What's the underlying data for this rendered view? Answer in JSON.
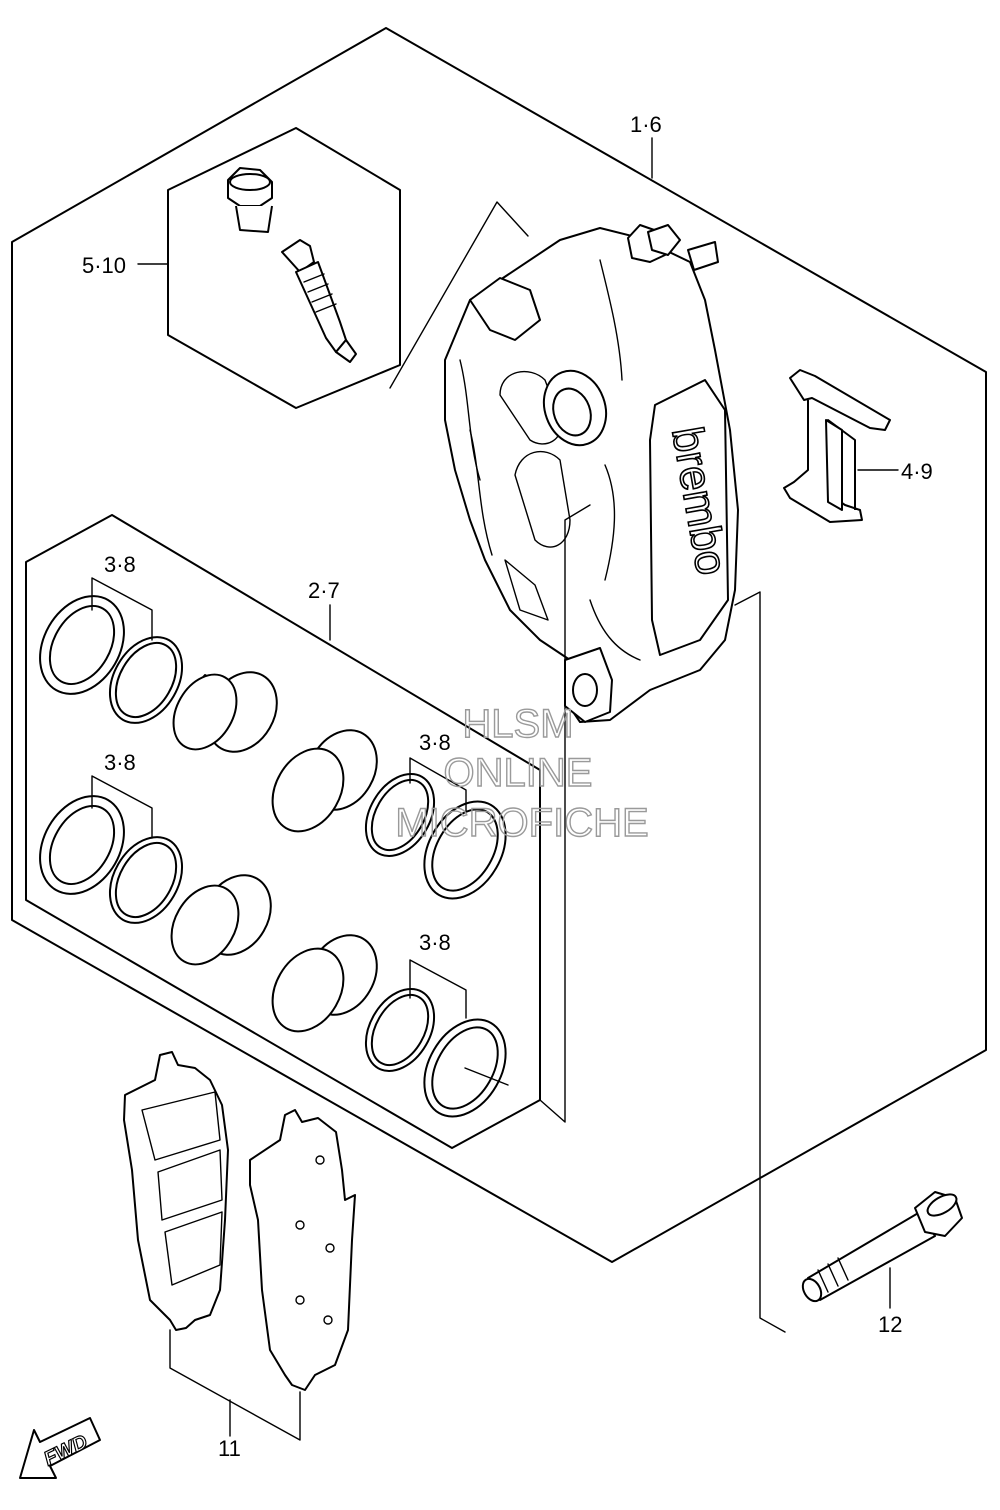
{
  "callouts": [
    {
      "key": "caliper",
      "label": "1·6"
    },
    {
      "key": "bleeder",
      "label": "5·10"
    },
    {
      "key": "spring",
      "label": "4·9"
    },
    {
      "key": "piston_set",
      "label": "2·7"
    },
    {
      "key": "seal_a",
      "label": "3·8"
    },
    {
      "key": "seal_b",
      "label": "3·8"
    },
    {
      "key": "seal_c",
      "label": "3·8"
    },
    {
      "key": "seal_d",
      "label": "3·8"
    },
    {
      "key": "pin",
      "label": "12"
    },
    {
      "key": "pads",
      "label": "11"
    }
  ],
  "brand_text": "brembo",
  "fwd_text": "FWD",
  "watermark": {
    "line1": "HLSM",
    "line2": "ONLINE",
    "line3": "MICROFICHE",
    "color": "#9a9a9a"
  },
  "colors": {
    "line": "#000000",
    "background": "#ffffff"
  }
}
